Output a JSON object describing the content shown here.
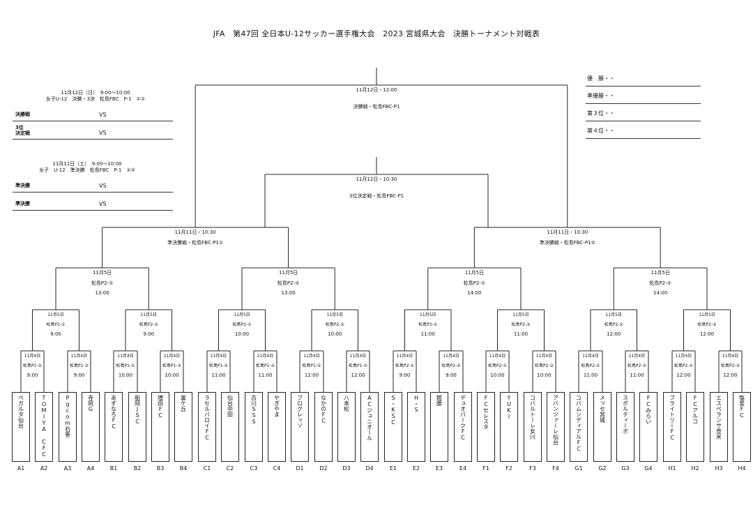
{
  "title": "JFA　第47回 全日本U-12サッカー選手権大会　2023 宮城県大会　決勝トーナメント対戦表",
  "final": {
    "date": "11月12日・12:00",
    "venue": "決勝戦・松島FBC-P1"
  },
  "third": {
    "date": "11月12日・10:30",
    "venue": "3位決定戦・松島FBC-P1"
  },
  "semi_left": {
    "date": "11月11日・10:30",
    "venue": "準決勝戦・松島FBC-P1①"
  },
  "semi_right": {
    "date": "11月11日・10:30",
    "venue": "準決勝戦・松島FBC-P1②"
  },
  "qf": [
    {
      "date": "11月5日",
      "venue": "松島P2-①",
      "time": "13:00"
    },
    {
      "date": "11月5日",
      "venue": "松島P2-②",
      "time": "13:00"
    },
    {
      "date": "11月5日",
      "venue": "松島P2-①",
      "time": "14:00"
    },
    {
      "date": "11月5日",
      "venue": "松島P2-②",
      "time": "14:00"
    }
  ],
  "r16": [
    {
      "date": "11月5日",
      "venue": "松島P2-①",
      "time": "9:00"
    },
    {
      "date": "11月5日",
      "venue": "松島P2-②",
      "time": "9:00"
    },
    {
      "date": "11月5日",
      "venue": "松島P2-①",
      "time": "10:00"
    },
    {
      "date": "11月5日",
      "venue": "松島P2-②",
      "time": "10:00"
    },
    {
      "date": "11月5日",
      "venue": "松島P2-①",
      "time": "11:00"
    },
    {
      "date": "11月5日",
      "venue": "松島P2-②",
      "time": "11:00"
    },
    {
      "date": "11月5日",
      "venue": "松島P2-①",
      "time": "12:00"
    },
    {
      "date": "11月5日",
      "venue": "松島P2-②",
      "time": "12:00"
    }
  ],
  "r32": [
    {
      "date": "11月4日",
      "venue": "松島P1-①",
      "time": "9:00"
    },
    {
      "date": "11月4日",
      "venue": "松島P1-②",
      "time": "9:00"
    },
    {
      "date": "11月4日",
      "venue": "松島P1-①",
      "time": "10:00"
    },
    {
      "date": "11月4日",
      "venue": "松島P1-②",
      "time": "10:00"
    },
    {
      "date": "11月4日",
      "venue": "松島P1-①",
      "time": "11:00"
    },
    {
      "date": "11月4日",
      "venue": "松島P1-②",
      "time": "11:00"
    },
    {
      "date": "11月4日",
      "venue": "松島P1-①",
      "time": "12:00"
    },
    {
      "date": "11月4日",
      "venue": "松島P1-②",
      "time": "12:00"
    },
    {
      "date": "11月4日",
      "venue": "松島P2-①",
      "time": "9:00"
    },
    {
      "date": "11月4日",
      "venue": "松島P2-②",
      "time": "9:00"
    },
    {
      "date": "11月4日",
      "venue": "松島P2-①",
      "time": "10:00"
    },
    {
      "date": "11月4日",
      "venue": "松島P2-②",
      "time": "10:00"
    },
    {
      "date": "11月4日",
      "venue": "松島P2-①",
      "time": "11:00"
    },
    {
      "date": "11月4日",
      "venue": "松島P2-②",
      "time": "11:00"
    },
    {
      "date": "11月4日",
      "venue": "松島P2-①",
      "time": "12:00"
    },
    {
      "date": "11月4日",
      "venue": "松島P2-②",
      "time": "12:00"
    }
  ],
  "teams": [
    {
      "code": "A1",
      "name": "ベガルタ仙台"
    },
    {
      "code": "A2",
      "name": "TOMIYA CFC"
    },
    {
      "code": "A3",
      "name": "Pgcom石巻"
    },
    {
      "code": "A4",
      "name": "寺岡G"
    },
    {
      "code": "B1",
      "name": "あずなろFC"
    },
    {
      "code": "B2",
      "name": "船岡JSC"
    },
    {
      "code": "B3",
      "name": "増田FC"
    },
    {
      "code": "B4",
      "name": "富ケ丘"
    },
    {
      "code": "C1",
      "name": "ラセルバロイFC"
    },
    {
      "code": "C2",
      "name": "仙台中田"
    },
    {
      "code": "C3",
      "name": "古川SSS"
    },
    {
      "code": "C4",
      "name": "やぎやま"
    },
    {
      "code": "D1",
      "name": "ブログレッソ"
    },
    {
      "code": "D2",
      "name": "なかのFC"
    },
    {
      "code": "D3",
      "name": "八本松"
    },
    {
      "code": "D4",
      "name": "ACジュニオール"
    },
    {
      "code": "E1",
      "name": "S・KSC"
    },
    {
      "code": "E2",
      "name": "H・S"
    },
    {
      "code": "E3",
      "name": "館腰"
    },
    {
      "code": "E4",
      "name": "デュオパークFC"
    },
    {
      "code": "F1",
      "name": "FCセレスタ"
    },
    {
      "code": "F2",
      "name": "YUKI"
    },
    {
      "code": "F3",
      "name": "コバルトーレ女川"
    },
    {
      "code": "F4",
      "name": "アバンツァーレ仙台"
    },
    {
      "code": "G1",
      "name": "コバムンディアルFC"
    },
    {
      "code": "G2",
      "name": "メッセ宮城"
    },
    {
      "code": "G3",
      "name": "スポルティーボ"
    },
    {
      "code": "G4",
      "name": "FCみらい"
    },
    {
      "code": "H1",
      "name": "ブライトリーFC"
    },
    {
      "code": "H2",
      "name": "FCアルコ"
    },
    {
      "code": "H3",
      "name": "エスペランサ登米"
    },
    {
      "code": "H4",
      "name": "塩釜FC"
    }
  ],
  "left_panel": {
    "day1_header1": "11月12日（日）　9:00〜10:00",
    "day1_header2": "女子U-12　決勝・3決　松島FBC　P-1　①②",
    "day1_rows": [
      {
        "label": "決勝戦",
        "vs": "VS"
      },
      {
        "label": "3位\n決定戦",
        "vs": "VS"
      }
    ],
    "day2_header1": "11月11日（土）　9:00〜10:00",
    "day2_header2": "女子　U-12　準決勝　松島FBC　P-1　①②",
    "day2_rows": [
      {
        "label": "準決勝",
        "vs": "VS"
      },
      {
        "label": "準決勝",
        "vs": "VS"
      }
    ]
  },
  "results": [
    "優　勝・・",
    "準優勝・・",
    "第３位・・",
    "第４位・・"
  ]
}
